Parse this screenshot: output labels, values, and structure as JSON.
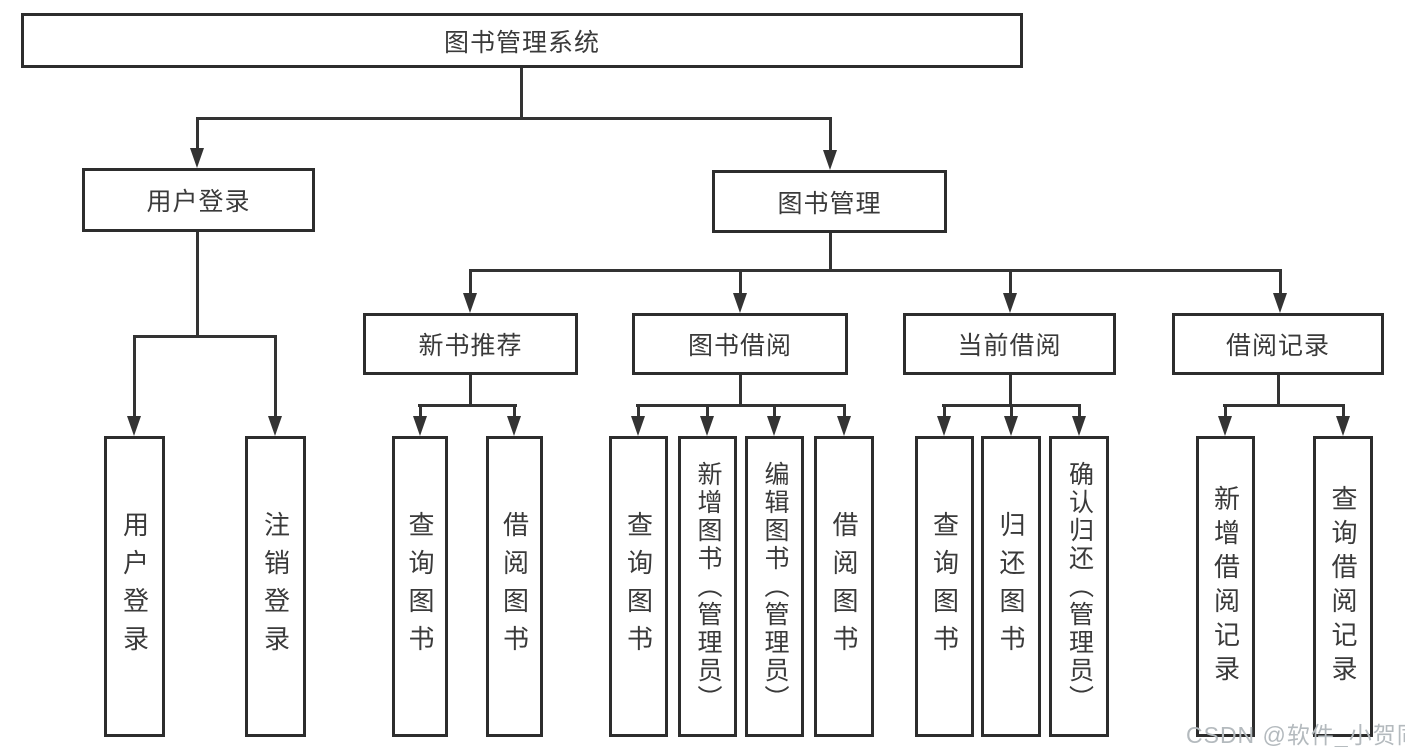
{
  "colors": {
    "line": "#333333",
    "box_border": "#2d2d2d",
    "text": "#3a3a3a",
    "watermark": "#b4babe",
    "background": "#ffffff"
  },
  "nodes": {
    "root": {
      "label": "图书管理系统"
    },
    "user_login": {
      "label": "用户登录"
    },
    "book_management": {
      "label": "图书管理"
    },
    "new_book_recommend": {
      "label": "新书推荐"
    },
    "book_borrowing": {
      "label": "图书借阅"
    },
    "current_borrowing": {
      "label": "当前借阅"
    },
    "borrowing_records": {
      "label": "借阅记录"
    },
    "leaf_user_login": {
      "label": "用户登录"
    },
    "leaf_logout": {
      "label": "注销登录"
    },
    "leaf_rec_query_books": {
      "label": "查询图书"
    },
    "leaf_rec_borrow_books": {
      "label": "借阅图书"
    },
    "leaf_bb_query_books": {
      "label": "查询图书"
    },
    "leaf_bb_add_books": {
      "label": "新增图书（管理员）"
    },
    "leaf_bb_edit_books": {
      "label": "编辑图书（管理员）"
    },
    "leaf_bb_borrow_books": {
      "label": "借阅图书"
    },
    "leaf_cb_query_books": {
      "label": "查询图书"
    },
    "leaf_cb_return_books": {
      "label": "归还图书"
    },
    "leaf_cb_confirm_return": {
      "label": "确认归还（管理员）"
    },
    "leaf_br_add_record": {
      "label": "新增借阅记录"
    },
    "leaf_br_query_record": {
      "label": "查询借阅记录"
    }
  },
  "hierarchy": {
    "root": [
      "user_login",
      "book_management"
    ],
    "user_login": [
      "leaf_user_login",
      "leaf_logout"
    ],
    "book_management": [
      "new_book_recommend",
      "book_borrowing",
      "current_borrowing",
      "borrowing_records"
    ],
    "new_book_recommend": [
      "leaf_rec_query_books",
      "leaf_rec_borrow_books"
    ],
    "book_borrowing": [
      "leaf_bb_query_books",
      "leaf_bb_add_books",
      "leaf_bb_edit_books",
      "leaf_bb_borrow_books"
    ],
    "current_borrowing": [
      "leaf_cb_query_books",
      "leaf_cb_return_books",
      "leaf_cb_confirm_return"
    ],
    "borrowing_records": [
      "leaf_br_add_record",
      "leaf_br_query_record"
    ]
  },
  "watermark": {
    "text": "CSDN @软件_小贺同学"
  }
}
